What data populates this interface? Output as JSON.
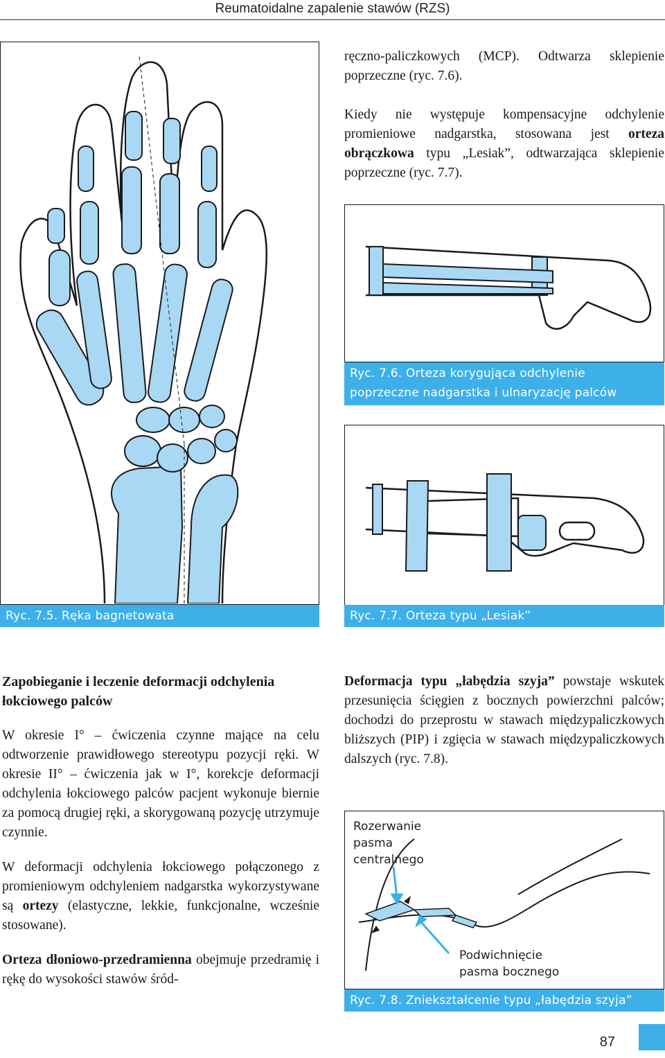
{
  "header": {
    "title": "Reumatoidalne zapalenie stawów (RZS)"
  },
  "top_right_text": {
    "p1": "ręczno-paliczkowych (MCP). Odtwarza sklepienie poprzeczne (ryc. 7.6).",
    "p2_a": "Kiedy nie występuje kompensacyjne odchylenie promieniowe nadgarstka, stosowana jest ",
    "p2_b": "orteza obrączkowa",
    "p2_c": " typu „Lesiak”, odtwarzająca sklepienie poprzeczne (ryc. 7.7)."
  },
  "figures": {
    "fig75": {
      "caption": "Ryc. 7.5. Ręka bagnetowata"
    },
    "fig76": {
      "caption_line1": "Ryc. 7.6. Orteza korygująca odchylenie",
      "caption_line2": "poprzeczne nadgarstka i ulnaryzację palców"
    },
    "fig77": {
      "caption": "Ryc. 7.7. Orteza typu „Lesiak”"
    },
    "fig78": {
      "caption": "Ryc. 7.8. Zniekształcenie typu „łabędzia szyja”",
      "label_top_1": "Rozerwanie",
      "label_top_2": "pasma",
      "label_top_3": "centralnego",
      "label_bottom_1": "Podwichnięcie",
      "label_bottom_2": "pasma bocznego"
    }
  },
  "left_column": {
    "heading": "Zapobieganie i leczenie deformacji odchylenia łokciowego palców",
    "p1": "W okresie I° – ćwiczenia czynne mające na celu odtworzenie prawidłowego stereotypu pozycji ręki. W okresie II° – ćwiczenia jak w I°, korekcje deformacji odchylenia łokciowego palców pacjent wykonuje biernie za pomocą drugiej ręki, a skorygowaną pozycję utrzymuje czynnie.",
    "p2_a": "W deformacji odchylenia łokciowego połączonego z promieniowym odchyleniem nadgarstka wykorzystywane są ",
    "p2_b": "ortezy",
    "p2_c": " (elastyczne, lekkie, funkcjonalne, wcześnie stosowane).",
    "p3_a": "Orteza dłoniowo-przedramienna",
    "p3_b": " obejmuje przedramię i rękę do wysokości stawów śród-"
  },
  "right_column": {
    "p1_a": "Deformacja typu „łabędzia szyja”",
    "p1_b": " powstaje wskutek przesunięcia ścięgien z bocznych powierzchni palców; dochodzi do przeprostu w stawach międzypaliczkowych bliższych (PIP) i zgięcia w stawach międzypaliczkowych dalszych (ryc. 7.8)."
  },
  "page_number": "87",
  "colors": {
    "accent": "#3db0ea",
    "bone": "#a9d8f5",
    "strap": "#a9d8f5"
  }
}
